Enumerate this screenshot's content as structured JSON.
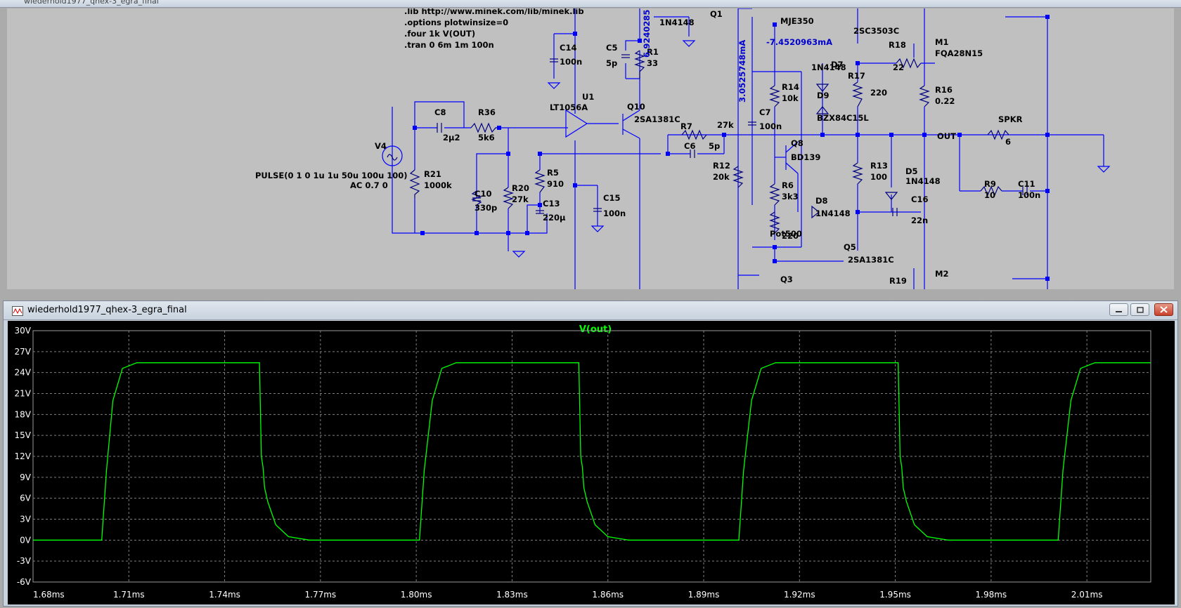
{
  "schematic": {
    "title": "wiederhold1977_qhex-3_egra_final",
    "directives": [
      ".lib http://www.minek.com/lib/minek.lib",
      ".options plotwinsize=0",
      ".four 1k V(OUT)",
      ".tran 0 6m 1m 100n"
    ],
    "source": {
      "name": "V4",
      "value": "PULSE(0 1 0 1u 1u 50u 100u 100)",
      "ac": "AC 0.7 0"
    },
    "components": [
      {
        "ref": "C8",
        "value": "2µ2"
      },
      {
        "ref": "R36",
        "value": "5k6"
      },
      {
        "ref": "R21",
        "value": "1000k"
      },
      {
        "ref": "C10",
        "value": "330p"
      },
      {
        "ref": "R20",
        "value": "27k"
      },
      {
        "ref": "C13",
        "value": "220µ"
      },
      {
        "ref": "R5",
        "value": "910"
      },
      {
        "ref": "C14",
        "value": "100n"
      },
      {
        "ref": "C15",
        "value": "100n"
      },
      {
        "ref": "C5",
        "value": "5p"
      },
      {
        "ref": "R1",
        "value": "33"
      },
      {
        "ref": "Q10",
        "value": "2SA1381C"
      },
      {
        "ref": "U1",
        "value": "LT1056A"
      },
      {
        "ref": "R7",
        "value": "27k"
      },
      {
        "ref": "C6",
        "value": "5p"
      },
      {
        "ref": "R12",
        "value": "20k"
      },
      {
        "ref": "C7",
        "value": "100n"
      },
      {
        "ref": "R14",
        "value": "10k"
      },
      {
        "ref": "Q8",
        "value": "BD139"
      },
      {
        "ref": "R6",
        "value": "3k3"
      },
      {
        "ref": "Pot500",
        "value": "220"
      },
      {
        "ref": "D8",
        "value": "1N4148"
      },
      {
        "ref": "D7",
        "value": "1N4148"
      },
      {
        "ref": "D9",
        "value": "BZX84C15L"
      },
      {
        "ref": "R17",
        "value": "220"
      },
      {
        "ref": "R18",
        "value": "22"
      },
      {
        "ref": "M1",
        "value": "FQA28N15"
      },
      {
        "ref": "R16",
        "value": "0.22"
      },
      {
        "ref": "R13",
        "value": "100"
      },
      {
        "ref": "D5",
        "value": "1N4148"
      },
      {
        "ref": "C16",
        "value": "22n"
      },
      {
        "ref": "Q5",
        "value": "2SA1381C"
      },
      {
        "ref": "Q3",
        "value": ""
      },
      {
        "ref": "R19",
        "value": ""
      },
      {
        "ref": "M2",
        "value": ""
      },
      {
        "ref": "SPKR",
        "value": "6"
      },
      {
        "ref": "R9",
        "value": "10"
      },
      {
        "ref": "C11",
        "value": "100n"
      },
      {
        "ref": "MJE350",
        "value": ""
      },
      {
        "ref": "2SC3503C",
        "value": ""
      },
      {
        "ref": "Q1",
        "value": ""
      }
    ],
    "misc_labels": {
      "d_top": "1N4148",
      "net_out": "OUT",
      "cur1": "-7.4520963mA",
      "vtop": "6.9240285",
      "cur2": "3.0525748mA"
    }
  },
  "plot_window": {
    "title": "wiederhold1977_qhex-3_egra_final",
    "trace_name": "V(out)",
    "trace_color": "#00ff00"
  },
  "chart_data": {
    "type": "line",
    "title": "V(out)",
    "xlabel": "",
    "ylabel": "",
    "xlim": [
      1.68,
      2.03
    ],
    "ylim": [
      -6,
      30
    ],
    "x_unit": "ms",
    "y_unit": "V",
    "grid": true,
    "x_ticks": [
      "1.68ms",
      "1.71ms",
      "1.74ms",
      "1.77ms",
      "1.80ms",
      "1.83ms",
      "1.86ms",
      "1.89ms",
      "1.92ms",
      "1.95ms",
      "1.98ms",
      "2.01ms"
    ],
    "y_ticks": [
      "30V",
      "27V",
      "24V",
      "21V",
      "18V",
      "15V",
      "12V",
      "9V",
      "6V",
      "3V",
      "0V",
      "-3V",
      "-6V"
    ],
    "series": [
      {
        "name": "V(out)",
        "x": [
          1.68,
          1.7015,
          1.703,
          1.705,
          1.708,
          1.7125,
          1.7509,
          1.7515,
          1.752,
          1.7525,
          1.7535,
          1.756,
          1.76,
          1.7665,
          1.801,
          1.8025,
          1.805,
          1.808,
          1.8125,
          1.8509,
          1.8515,
          1.852,
          1.8525,
          1.8535,
          1.856,
          1.86,
          1.8665,
          1.901,
          1.9025,
          1.905,
          1.908,
          1.9125,
          1.9509,
          1.9515,
          1.952,
          1.9525,
          1.9535,
          1.956,
          1.96,
          1.9665,
          2.001,
          2.0025,
          2.005,
          2.008,
          2.0125,
          2.03
        ],
        "y": [
          0,
          0,
          10,
          20,
          24.6,
          25.4,
          25.4,
          12,
          10.5,
          7.5,
          5.5,
          2.2,
          0.5,
          0,
          0,
          10,
          20,
          24.6,
          25.4,
          25.4,
          12,
          10.5,
          7.5,
          5.5,
          2.2,
          0.5,
          0,
          0,
          10,
          20,
          24.6,
          25.4,
          25.4,
          12,
          10.5,
          7.5,
          5.5,
          2.2,
          0.5,
          0,
          0,
          10,
          20,
          24.6,
          25.4,
          25.4
        ]
      }
    ]
  }
}
